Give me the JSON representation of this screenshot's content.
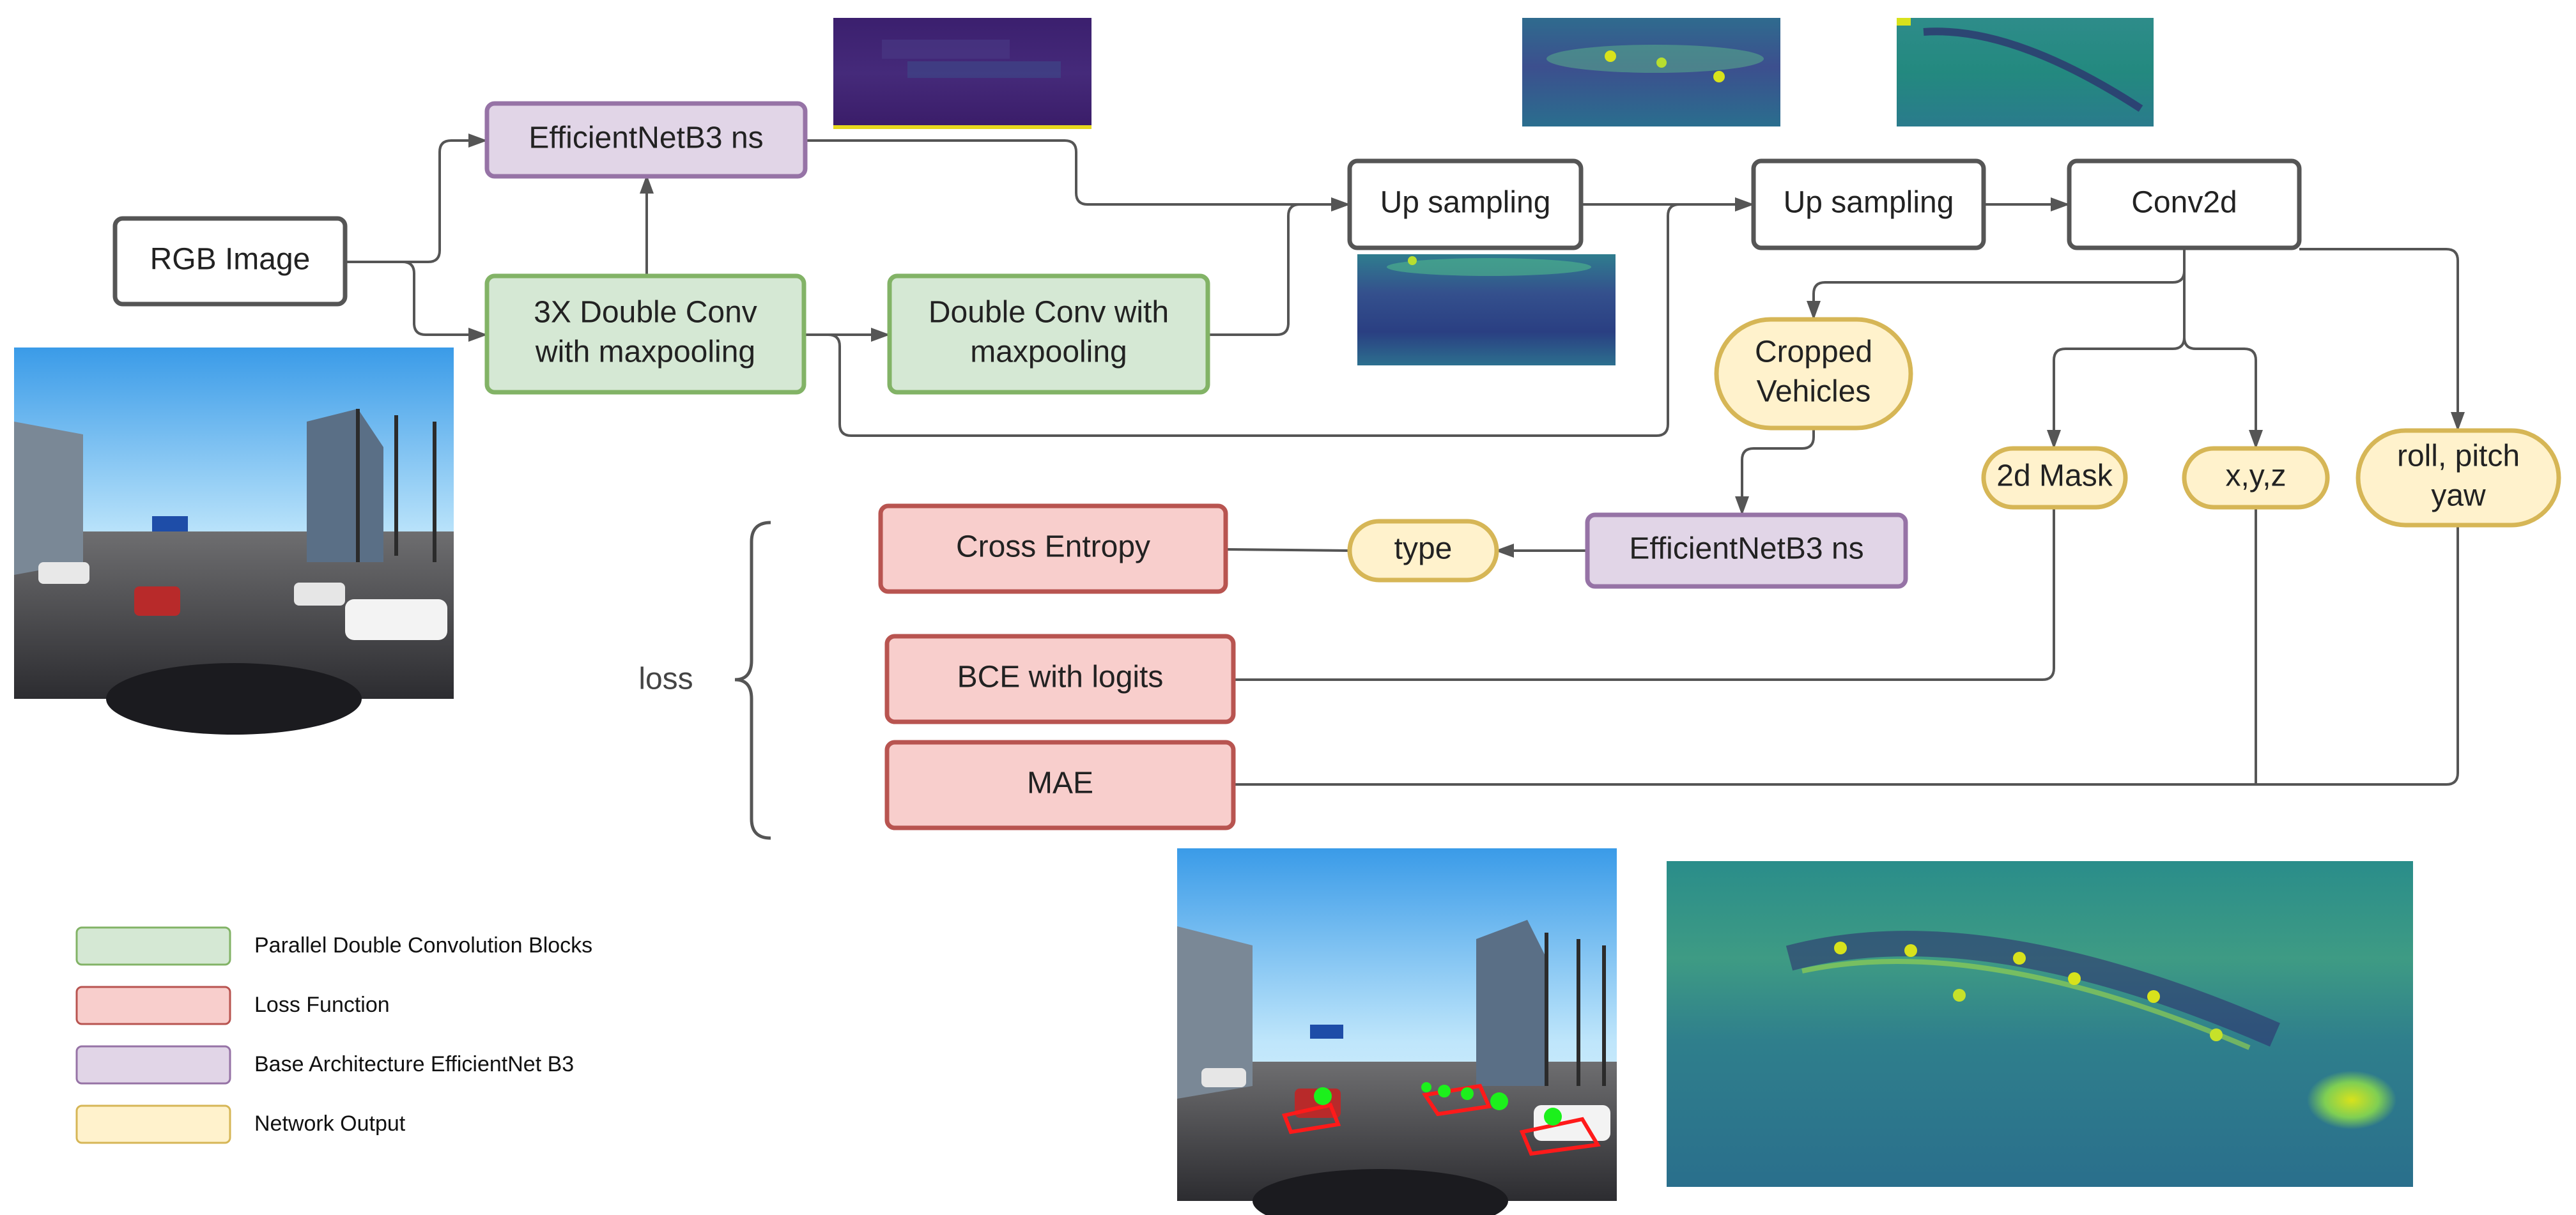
{
  "palette": {
    "green_fill": "#d5e8d4",
    "green_stroke": "#82b366",
    "purple_fill": "#e1d5e7",
    "purple_stroke": "#9673a6",
    "red_fill": "#f8cecc",
    "red_stroke": "#b85450",
    "yellow_fill": "#fff2cc",
    "yellow_stroke": "#d6b656",
    "plain_fill": "#ffffff",
    "plain_stroke": "#555555"
  },
  "nodes": {
    "rgb_image": [
      "RGB Image"
    ],
    "effnet_top": [
      "EfficientNetB3 ns"
    ],
    "triple_conv": [
      "3X Double Conv",
      "with maxpooling"
    ],
    "double_conv": [
      "Double Conv with",
      "maxpooling"
    ],
    "upsample_1": [
      "Up sampling"
    ],
    "upsample_2": [
      "Up sampling"
    ],
    "conv2d": [
      "Conv2d"
    ],
    "cropped_vehicles": [
      "Cropped",
      "Vehicles"
    ],
    "effnet_bottom": [
      "EfficientNetB3 ns"
    ],
    "type_out": [
      "type"
    ],
    "mask_out": [
      "2d Mask"
    ],
    "xyz_out": [
      "x,y,z"
    ],
    "rpy_out": [
      "roll, pitch",
      "yaw"
    ],
    "cross_entropy": [
      "Cross Entropy"
    ],
    "bce": [
      "BCE with logits"
    ],
    "mae": [
      "MAE"
    ]
  },
  "loss_label": "loss",
  "legend": [
    {
      "label": "Parallel Double Convolution Blocks",
      "fill": "#d5e8d4",
      "stroke": "#82b366"
    },
    {
      "label": "Loss Function",
      "fill": "#f8cecc",
      "stroke": "#b85450"
    },
    {
      "label": "Base Architecture EfficientNet B3",
      "fill": "#e1d5e7",
      "stroke": "#9673a6"
    },
    {
      "label": "Network Output",
      "fill": "#fff2cc",
      "stroke": "#d6b656"
    }
  ]
}
